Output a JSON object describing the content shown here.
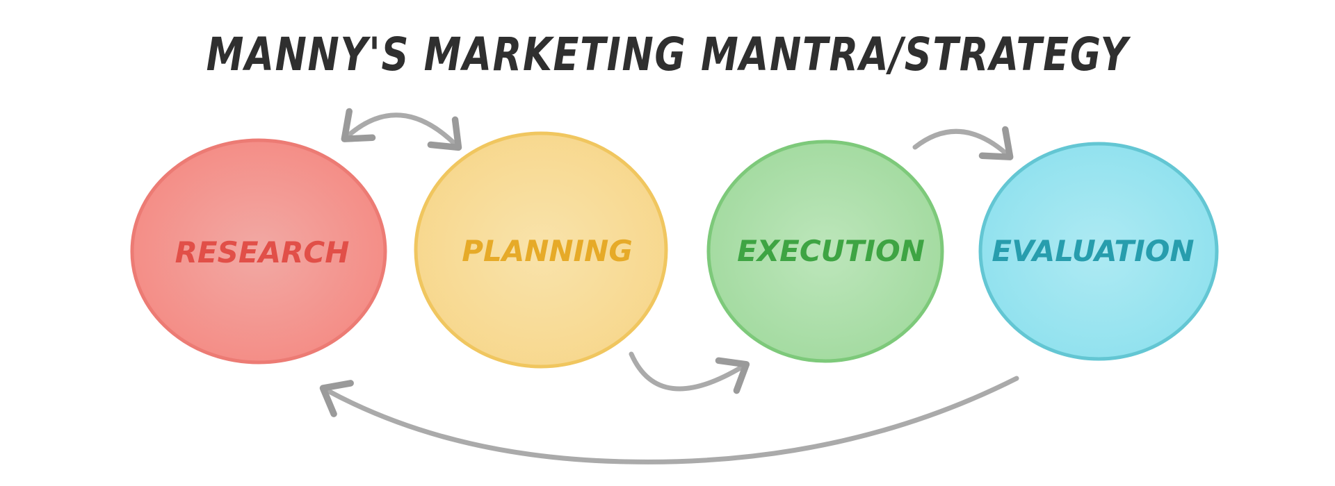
{
  "title": "MANNY'S MARKETING MANTRA/STRATEGY",
  "nodes": [
    {
      "id": "research",
      "label": "RESEARCH",
      "fill": "#f4918b",
      "stroke": "#ea7770",
      "text_color": "#e5544e"
    },
    {
      "id": "planning",
      "label": "PLANNING",
      "fill": "#f8dc96",
      "stroke": "#efc45c",
      "text_color": "#e9ad2c"
    },
    {
      "id": "execution",
      "label": "EXECUTION",
      "fill": "#a8dea6",
      "stroke": "#7fcb7c",
      "text_color": "#40a745"
    },
    {
      "id": "evaluation",
      "label": "EVALUATION",
      "fill": "#95e4f0",
      "stroke": "#66c9d6",
      "text_color": "#2ba1b1"
    }
  ],
  "arrow_color": "#a9a9a9"
}
